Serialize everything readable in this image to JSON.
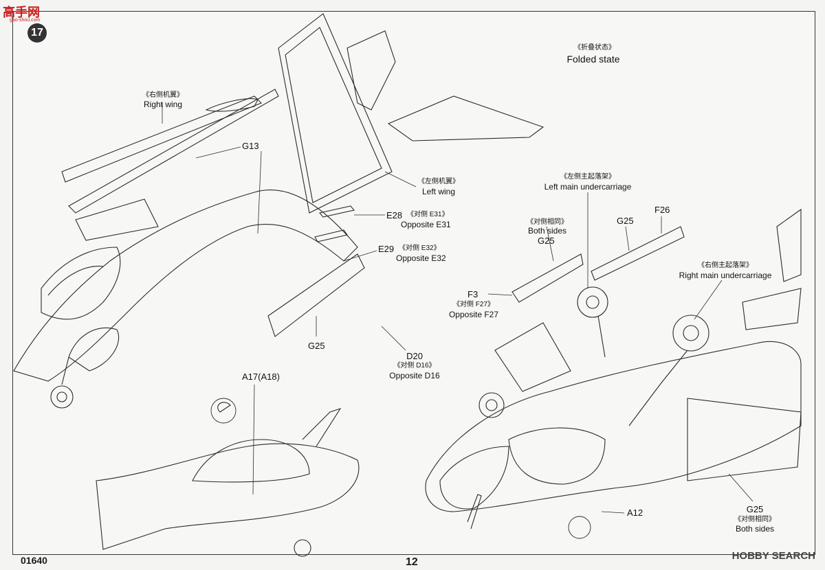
{
  "watermark": {
    "brand": "高手网",
    "url": "gao-shou.com"
  },
  "step": {
    "number": "17"
  },
  "labels": {
    "folded_cn": "《折叠状态》",
    "folded_en": "Folded state",
    "right_wing_cn": "《右侧机翼》",
    "right_wing_en": "Right wing",
    "left_wing_cn": "《左侧机翼》",
    "left_wing_en": "Left wing",
    "g13": "G13",
    "e28": "E28",
    "e28_cn": "《对侧 E31》",
    "e28_en": "Opposite E31",
    "e29": "E29",
    "e29_cn": "《对侧 E32》",
    "e29_en": "Opposite E32",
    "g25_a": "G25",
    "d20": "D20",
    "d20_cn": "《对侧 D16》",
    "d20_en": "Opposite D16",
    "a17": "A17(A18)",
    "left_main_cn": "《左侧主起落架》",
    "left_main_en": "Left main undercarriage",
    "both_cn": "《对侧相同》",
    "both_en": "Both sides",
    "g25_b": "G25",
    "g25_c": "G25",
    "f26": "F26",
    "f3": "F3",
    "f3_cn": "《对侧 F27》",
    "f3_en": "Opposite F27",
    "right_main_cn": "《右侧主起落架》",
    "right_main_en": "Right main undercarriage",
    "a12": "A12",
    "g25_d": "G25",
    "g25_d_cn": "《对侧相同》",
    "g25_d_en": "Both sides"
  },
  "footer": {
    "code": "01640",
    "page": "12",
    "brand": "HOBBY SEARCH"
  }
}
